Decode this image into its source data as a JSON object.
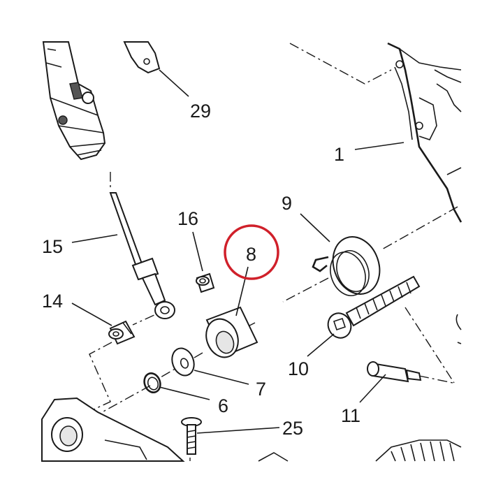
{
  "diagram": {
    "highlight_color": "#d0202a",
    "highlighted_label": "8",
    "callouts": [
      {
        "id": "1",
        "label": "1"
      },
      {
        "id": "6",
        "label": "6"
      },
      {
        "id": "7",
        "label": "7"
      },
      {
        "id": "8",
        "label": "8"
      },
      {
        "id": "9",
        "label": "9"
      },
      {
        "id": "10",
        "label": "10"
      },
      {
        "id": "11",
        "label": "11"
      },
      {
        "id": "14",
        "label": "14"
      },
      {
        "id": "15",
        "label": "15"
      },
      {
        "id": "16",
        "label": "16"
      },
      {
        "id": "25",
        "label": "25"
      },
      {
        "id": "29",
        "label": "29"
      }
    ]
  }
}
